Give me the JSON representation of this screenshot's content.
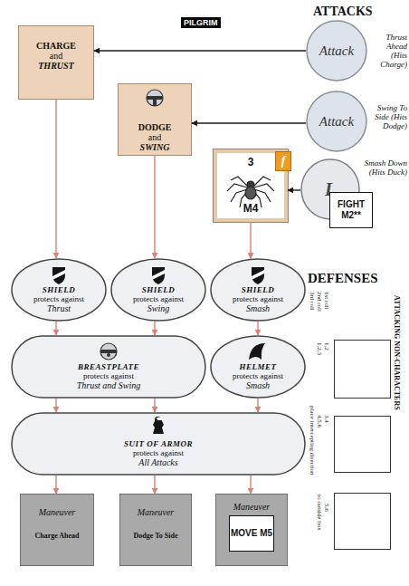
{
  "diagram": {
    "nodes": [
      {
        "text": [
          "CHARGE",
          "and",
          "THRUST"
        ]
      },
      {
        "text": [
          "Attack",
          "Thrust Ahead (Hits Charge)"
        ]
      },
      {
        "text": [
          "DODGE",
          "and",
          "SWING"
        ]
      },
      {
        "text": [
          "Attack",
          "Swing To Side (Hits Dodge)"
        ]
      },
      {
        "text": [
          "3",
          "M4"
        ]
      },
      {
        "text": [
          "f"
        ],
        "in": 4
      },
      {
        "text": [
          "L",
          "Smash Down (Hits Duck)"
        ]
      },
      {
        "text": [
          "FIGHT M2**"
        ]
      },
      {
        "text": [
          "SHIELD",
          "protects against",
          "Thrust"
        ]
      },
      {
        "text": [
          "SHIELD",
          "protects against",
          "Swing"
        ]
      },
      {
        "text": [
          "SHIELD",
          "protects against",
          "Smash"
        ]
      },
      {
        "text": [
          "BREASTPLATE",
          "protects against",
          "Thrust and Swing"
        ]
      },
      {
        "text": [
          "HELMET",
          "protects against",
          "Smash"
        ]
      },
      {
        "text": [
          "SUIT OF ARMOR",
          "protects against",
          "All Attacks"
        ]
      },
      {
        "text": [
          "Maneuver",
          "Charge Ahead"
        ]
      },
      {
        "text": [
          "Maneuver",
          "Dodge To Side"
        ]
      },
      {
        "text": [
          "Maneuver"
        ]
      },
      {
        "text": [
          "MOVE M5"
        ],
        "in": 16
      }
    ],
    "edges": [
      {
        "from": 1,
        "to": 0,
        "arrow": "to"
      },
      {
        "from": 3,
        "to": 2,
        "arrow": "to"
      },
      {
        "from": 6,
        "to": 4,
        "arrow": "to"
      },
      {
        "from": 0,
        "to": 8,
        "arrow": "to"
      },
      {
        "from": 2,
        "to": 9,
        "arrow": "to"
      },
      {
        "from": 4,
        "to": 10,
        "arrow": "to"
      },
      {
        "from": 8,
        "to": 11,
        "arrow": "to"
      },
      {
        "from": 9,
        "to": 11,
        "arrow": "to"
      },
      {
        "from": 10,
        "to": 12,
        "arrow": "to"
      },
      {
        "from": 11,
        "to": 13,
        "arrow": "to"
      },
      {
        "from": 11,
        "to": 13,
        "arrow": "to"
      },
      {
        "from": 12,
        "to": 13,
        "arrow": "to"
      },
      {
        "from": 13,
        "to": 14,
        "arrow": "to"
      },
      {
        "from": 13,
        "to": 15,
        "arrow": "to"
      },
      {
        "from": 13,
        "to": 16,
        "arrow": "to"
      }
    ],
    "labels": [
      "PILGRIM",
      "ATTACKS",
      "DEFENSES",
      "ATTACKING NON-CHARACTERS",
      "1st roll",
      "2nd roll",
      "3rd roll",
      "1,2",
      "1,2,3",
      "3,4",
      "4,5,6",
      "place intercepting direction",
      "5,6",
      "to outside box"
    ]
  }
}
